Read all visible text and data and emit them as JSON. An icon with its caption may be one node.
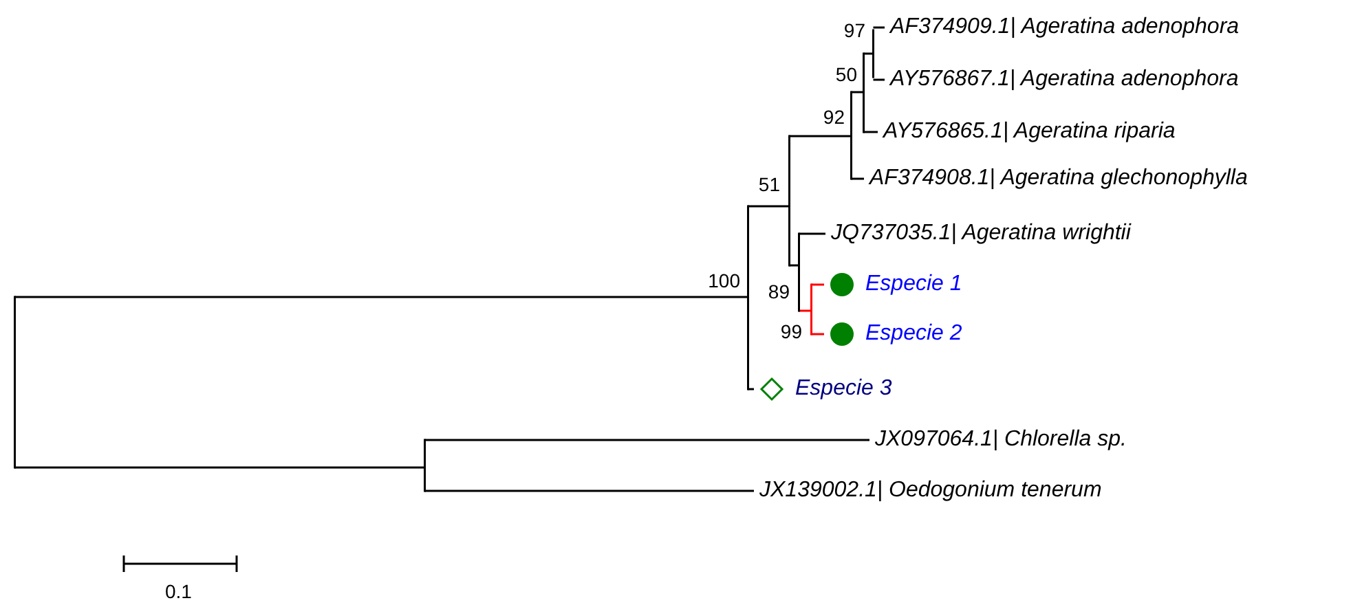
{
  "diagram": {
    "nodes": [
      {
        "text": [],
        "shape": "bar"
      },
      {
        "text": [],
        "shape": "bar",
        "beside": [
          "100"
        ]
      },
      {
        "text": [],
        "shape": "bar",
        "beside": [
          "51"
        ]
      },
      {
        "text": [],
        "shape": "bar",
        "beside": [
          "92"
        ]
      },
      {
        "text": [],
        "shape": "bar",
        "beside": [
          "50"
        ]
      },
      {
        "text": [],
        "shape": "bar",
        "beside": [
          "97"
        ]
      },
      {
        "text": [
          "AF374909.1| Ageratina adenophora"
        ]
      },
      {
        "text": [
          "AY576867.1| Ageratina adenophora"
        ]
      },
      {
        "text": [
          "AY576865.1| Ageratina riparia"
        ]
      },
      {
        "text": [
          "AF374908.1| Ageratina glechonophylla"
        ]
      },
      {
        "text": [],
        "shape": "bar",
        "beside": [
          "89"
        ]
      },
      {
        "text": [
          "JQ737035.1| Ageratina wrightii"
        ]
      },
      {
        "text": [],
        "shape": "bar",
        "beside": [
          "99"
        ]
      },
      {
        "text": [
          "Especie 1"
        ]
      },
      {
        "text": [
          "Especie 2"
        ]
      },
      {
        "text": [
          "Especie 3"
        ]
      },
      {
        "text": [],
        "shape": "bar"
      },
      {
        "text": [
          "JX097064.1| Chlorella sp."
        ]
      },
      {
        "text": [
          "JX139002.1| Oedogonium tenerum"
        ]
      }
    ],
    "edges": [
      {
        "from": 0,
        "to": 1,
        "arrow": "none"
      },
      {
        "from": 1,
        "to": 2,
        "arrow": "none"
      },
      {
        "from": 2,
        "to": 3,
        "arrow": "none"
      },
      {
        "from": 3,
        "to": 4,
        "arrow": "none"
      },
      {
        "from": 4,
        "to": 5,
        "arrow": "none"
      },
      {
        "from": 5,
        "to": 6,
        "arrow": "none"
      },
      {
        "from": 5,
        "to": 7,
        "arrow": "none"
      },
      {
        "from": 4,
        "to": 8,
        "arrow": "none"
      },
      {
        "from": 3,
        "to": 9,
        "arrow": "none"
      },
      {
        "from": 2,
        "to": 10,
        "arrow": "none"
      },
      {
        "from": 10,
        "to": 11,
        "arrow": "none"
      },
      {
        "from": 10,
        "to": 12,
        "arrow": "none",
        "color": "#ff0000"
      },
      {
        "from": 12,
        "to": 13,
        "arrow": "none",
        "color": "#ff0000"
      },
      {
        "from": 12,
        "to": 14,
        "arrow": "none",
        "color": "#ff0000"
      },
      {
        "from": 1,
        "to": 15,
        "arrow": "none"
      },
      {
        "from": 0,
        "to": 16,
        "arrow": "none"
      },
      {
        "from": 16,
        "to": 17,
        "arrow": "none"
      },
      {
        "from": 16,
        "to": 18,
        "arrow": "none"
      }
    ],
    "labels": [
      "0.1"
    ]
  }
}
